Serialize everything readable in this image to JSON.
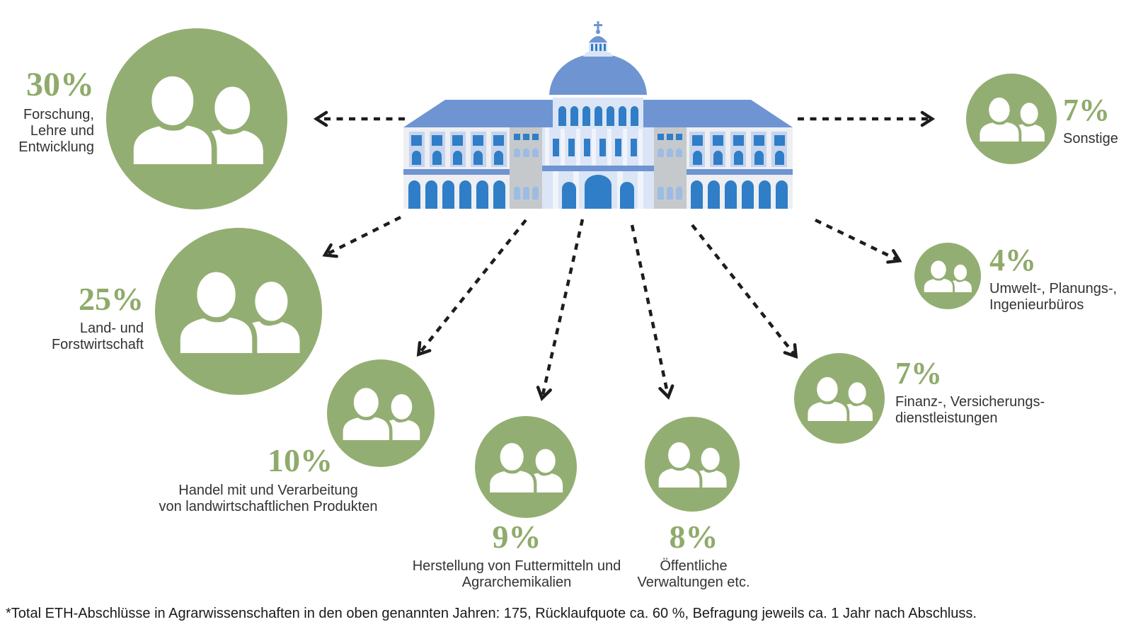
{
  "palette": {
    "circle_green": "#93ae72",
    "percent_green": "#8fab6b",
    "roof_blue": "#6e94d2",
    "facade_light_blue": "#dbe5f5",
    "panel_blue": "#c7d4ee",
    "window_blue": "#2f7ec7",
    "building_gray": "#c6c9cc",
    "arrow_black": "#1d1d1b",
    "label_text": "#333333"
  },
  "icons": {
    "center": "eth-main-building-icon",
    "group": "people-icon"
  },
  "items": [
    {
      "id": "research",
      "percent": "30%",
      "label": "Forschung,\nLehre und\nEntwicklung"
    },
    {
      "id": "agriculture",
      "percent": "25%",
      "label": "Land- und\nForstwirtschaft"
    },
    {
      "id": "trade",
      "percent": "10%",
      "label": "Handel mit und Verarbeitung\nvon landwirtschaftlichen Produkten"
    },
    {
      "id": "feed",
      "percent": "9%",
      "label": "Herstellung von Futtermitteln und\nAgrarchemikalien"
    },
    {
      "id": "public",
      "percent": "8%",
      "label": "Öffentliche\nVerwaltungen etc."
    },
    {
      "id": "finance",
      "percent": "7%",
      "label": "Finanz-, Versicherungs-\ndienstleistungen"
    },
    {
      "id": "environment",
      "percent": "4%",
      "label": "Umwelt-, Planungs-,\nIngenieurbüros"
    },
    {
      "id": "other",
      "percent": "7%",
      "label": "Sonstige"
    }
  ],
  "footnote": "*Total ETH-Abschlüsse in Agrarwissenschaften in den oben genannten Jahren: 175, Rücklaufquote ca. 60 %, Befragung jeweils ca. 1 Jahr nach Abschluss.",
  "chart_data": {
    "type": "pie",
    "title": "",
    "unit": "%",
    "categories": [
      "Forschung, Lehre und Entwicklung",
      "Land- und Forstwirtschaft",
      "Handel mit und Verarbeitung von landwirtschaftlichen Produkten",
      "Herstellung von Futtermitteln und Agrarchemikalien",
      "Öffentliche Verwaltungen etc.",
      "Finanz-, Versicherungsdienstleistungen",
      "Umwelt-, Planungs-, Ingenieurbüros",
      "Sonstige"
    ],
    "values": [
      30,
      25,
      10,
      9,
      8,
      7,
      4,
      7
    ],
    "legend_position": "none",
    "annotations": [
      "*Total ETH-Abschlüsse in Agrarwissenschaften in den oben genannten Jahren: 175, Rücklaufquote ca. 60 %, Befragung jeweils ca. 1 Jahr nach Abschluss."
    ]
  }
}
